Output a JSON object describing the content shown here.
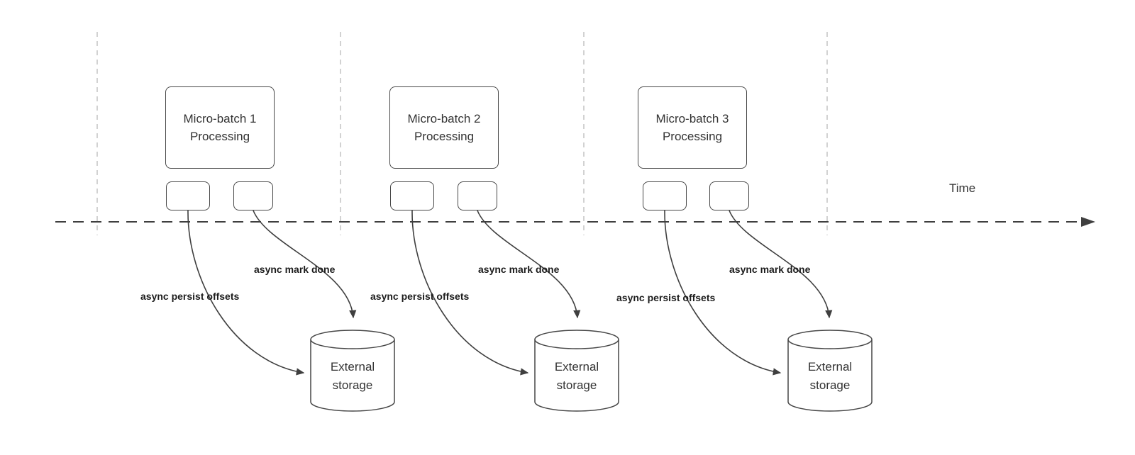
{
  "diagram": {
    "time_label": "Time",
    "colors": {
      "shape_stroke": "#474747",
      "arrow_stroke": "#3f3f3f",
      "guide_stroke": "#b9b9b9",
      "text": "#333333",
      "background": "#ffffff"
    },
    "batches": [
      {
        "title": "Micro-batch 1\nProcessing",
        "persist_label": "async persist offsets",
        "done_label": "async mark done",
        "storage_label": "External\nstorage"
      },
      {
        "title": "Micro-batch 2\nProcessing",
        "persist_label": "async persist offsets",
        "done_label": "async mark done",
        "storage_label": "External\nstorage"
      },
      {
        "title": "Micro-batch 3\nProcessing",
        "persist_label": "async persist offsets",
        "done_label": "async mark done",
        "storage_label": "External\nstorage"
      }
    ]
  }
}
